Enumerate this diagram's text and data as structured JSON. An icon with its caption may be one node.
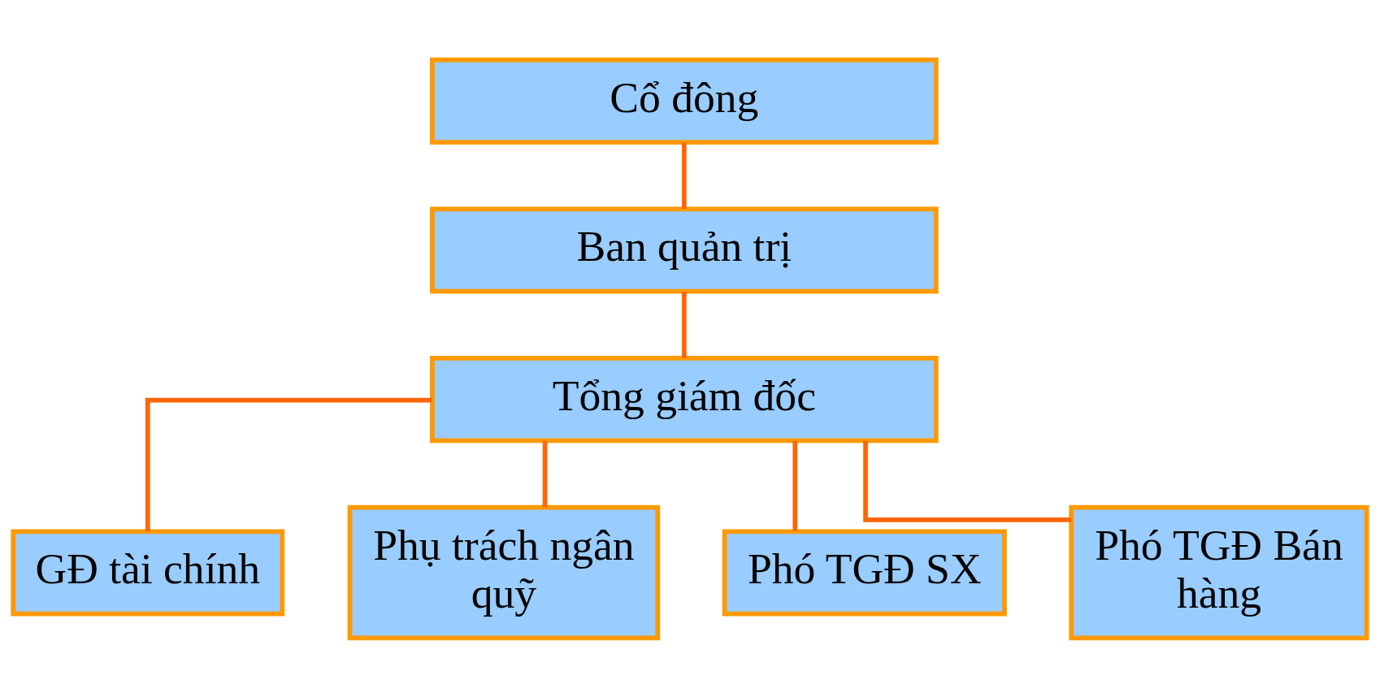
{
  "diagram": {
    "nodes": [
      {
        "text": [
          "Cổ đông"
        ]
      },
      {
        "text": [
          "Ban quản trị"
        ]
      },
      {
        "text": [
          "Tổng giám đốc"
        ]
      },
      {
        "text": [
          "GĐ tài chính"
        ]
      },
      {
        "text": [
          "Phụ trách ngân quỹ"
        ]
      },
      {
        "text": [
          "Phó TGĐ SX"
        ]
      },
      {
        "text": [
          "Phó TGĐ Bán hàng"
        ]
      }
    ],
    "edges": [
      {
        "from": 0,
        "to": 1,
        "arrow": "none"
      },
      {
        "from": 1,
        "to": 2,
        "arrow": "none"
      },
      {
        "from": 2,
        "to": 3,
        "arrow": "none"
      },
      {
        "from": 2,
        "to": 4,
        "arrow": "none"
      },
      {
        "from": 2,
        "to": 5,
        "arrow": "none"
      },
      {
        "from": 2,
        "to": 6,
        "arrow": "none"
      }
    ]
  }
}
